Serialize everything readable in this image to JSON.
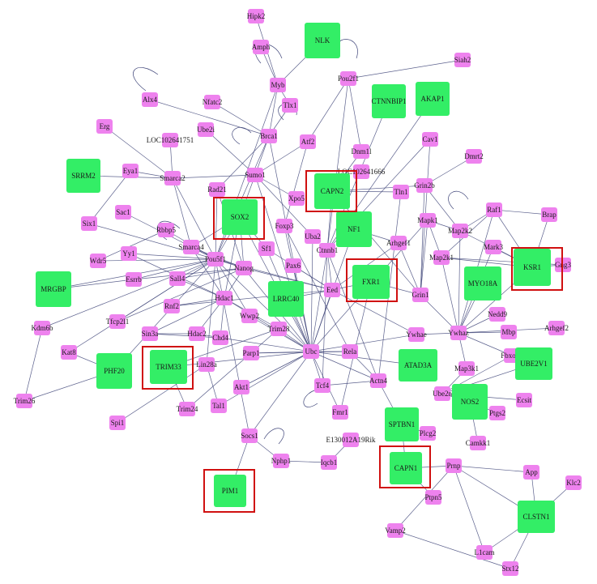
{
  "colors": {
    "pink": "#ee82ee",
    "green": "#33ee66",
    "edge": "#3f4579",
    "highlight": "#d01010"
  },
  "nodes": [
    {
      "id": "Hipk2",
      "t": "p"
    },
    {
      "id": "Amph",
      "t": "p"
    },
    {
      "id": "NLK",
      "t": "g"
    },
    {
      "id": "Myb",
      "t": "p"
    },
    {
      "id": "Siah2",
      "t": "p"
    },
    {
      "id": "Pou2f1",
      "t": "p"
    },
    {
      "id": "CTNNBIP1",
      "t": "g"
    },
    {
      "id": "AKAP1",
      "t": "g"
    },
    {
      "id": "Alx4",
      "t": "p"
    },
    {
      "id": "Nfatc2",
      "t": "p"
    },
    {
      "id": "Tlx1",
      "t": "p"
    },
    {
      "id": "Erg",
      "t": "p"
    },
    {
      "id": "LOC102641751",
      "t": "p"
    },
    {
      "id": "Ube2i",
      "t": "p"
    },
    {
      "id": "Brca1",
      "t": "p"
    },
    {
      "id": "Atf2",
      "t": "p"
    },
    {
      "id": "Dnm1l",
      "t": "p"
    },
    {
      "id": "Cav1",
      "t": "p"
    },
    {
      "id": "Dmrt2",
      "t": "p"
    },
    {
      "id": "SRRM2",
      "t": "g"
    },
    {
      "id": "Eya1",
      "t": "p"
    },
    {
      "id": "Smarca2",
      "t": "p"
    },
    {
      "id": "Sumo1",
      "t": "p"
    },
    {
      "id": "LOC102641666",
      "t": "p"
    },
    {
      "id": "Rad21",
      "t": "p"
    },
    {
      "id": "CAPN2",
      "t": "g"
    },
    {
      "id": "Xpo5",
      "t": "p"
    },
    {
      "id": "Tln1",
      "t": "p"
    },
    {
      "id": "Grin2b",
      "t": "p"
    },
    {
      "id": "Sac1",
      "t": "p"
    },
    {
      "id": "SOX2",
      "t": "g"
    },
    {
      "id": "Raf1",
      "t": "p"
    },
    {
      "id": "Brap",
      "t": "p"
    },
    {
      "id": "Six1",
      "t": "p"
    },
    {
      "id": "Rbbp5",
      "t": "p"
    },
    {
      "id": "Foxp3",
      "t": "p"
    },
    {
      "id": "Uba2",
      "t": "p"
    },
    {
      "id": "NF1",
      "t": "g"
    },
    {
      "id": "Mapk1",
      "t": "p"
    },
    {
      "id": "Map2k2",
      "t": "p"
    },
    {
      "id": "Wdr5",
      "t": "p"
    },
    {
      "id": "Yy1",
      "t": "p"
    },
    {
      "id": "Smarca4",
      "t": "p"
    },
    {
      "id": "Pou5f1",
      "t": "p"
    },
    {
      "id": "Sf1",
      "t": "p"
    },
    {
      "id": "Ctnnb1",
      "t": "p"
    },
    {
      "id": "Arhgef1",
      "t": "p"
    },
    {
      "id": "Mark3",
      "t": "p"
    },
    {
      "id": "KSR1",
      "t": "g"
    },
    {
      "id": "Gng3",
      "t": "p"
    },
    {
      "id": "Esrrb",
      "t": "p"
    },
    {
      "id": "Sall4",
      "t": "p"
    },
    {
      "id": "Nanog",
      "t": "p"
    },
    {
      "id": "Pax6",
      "t": "p"
    },
    {
      "id": "Map2k1",
      "t": "p"
    },
    {
      "id": "MRGBP",
      "t": "g"
    },
    {
      "id": "Hdac1",
      "t": "p"
    },
    {
      "id": "LRRC40",
      "t": "g"
    },
    {
      "id": "Eed",
      "t": "p"
    },
    {
      "id": "FXR1",
      "t": "g"
    },
    {
      "id": "Grin1",
      "t": "p"
    },
    {
      "id": "MYO18A",
      "t": "g"
    },
    {
      "id": "Nedd9",
      "t": "p"
    },
    {
      "id": "Rnf2",
      "t": "p"
    },
    {
      "id": "Wwp2",
      "t": "p"
    },
    {
      "id": "Kdm6b",
      "t": "p"
    },
    {
      "id": "Tfcp2l1",
      "t": "p"
    },
    {
      "id": "Trim28",
      "t": "p"
    },
    {
      "id": "Ywhae",
      "t": "p"
    },
    {
      "id": "Ywhaz",
      "t": "p"
    },
    {
      "id": "Mbp",
      "t": "p"
    },
    {
      "id": "Arhgef2",
      "t": "p"
    },
    {
      "id": "Kat8",
      "t": "p"
    },
    {
      "id": "Sin3a",
      "t": "p"
    },
    {
      "id": "Hdac2",
      "t": "p"
    },
    {
      "id": "Chd4",
      "t": "p"
    },
    {
      "id": "TRIM33",
      "t": "g"
    },
    {
      "id": "Parp1",
      "t": "p"
    },
    {
      "id": "Ubc",
      "t": "p"
    },
    {
      "id": "Rela",
      "t": "p"
    },
    {
      "id": "ATAD3A",
      "t": "g"
    },
    {
      "id": "Fbxo32",
      "t": "p"
    },
    {
      "id": "UBE2V1",
      "t": "g"
    },
    {
      "id": "PHF20",
      "t": "g"
    },
    {
      "id": "Lin28a",
      "t": "p"
    },
    {
      "id": "Map3k1",
      "t": "p"
    },
    {
      "id": "Tcf4",
      "t": "p"
    },
    {
      "id": "Actn4",
      "t": "p"
    },
    {
      "id": "Ube2n",
      "t": "p"
    },
    {
      "id": "NOS2",
      "t": "g"
    },
    {
      "id": "Trim24",
      "t": "p"
    },
    {
      "id": "Akt1",
      "t": "p"
    },
    {
      "id": "Tal1",
      "t": "p"
    },
    {
      "id": "Fmr1",
      "t": "p"
    },
    {
      "id": "Ptgs2",
      "t": "p"
    },
    {
      "id": "Ecsit",
      "t": "p"
    },
    {
      "id": "Trim26",
      "t": "p"
    },
    {
      "id": "Spi1",
      "t": "p"
    },
    {
      "id": "SPTBN1",
      "t": "g"
    },
    {
      "id": "Camkk1",
      "t": "p"
    },
    {
      "id": "Socs1",
      "t": "p"
    },
    {
      "id": "E130012A19Rik",
      "t": "p"
    },
    {
      "id": "Plcg2",
      "t": "p"
    },
    {
      "id": "Nphp1",
      "t": "p"
    },
    {
      "id": "Iqcb1",
      "t": "p"
    },
    {
      "id": "CAPN1",
      "t": "g"
    },
    {
      "id": "Prnp",
      "t": "p"
    },
    {
      "id": "App",
      "t": "p"
    },
    {
      "id": "Klc2",
      "t": "p"
    },
    {
      "id": "PIM1",
      "t": "g"
    },
    {
      "id": "Ptpn5",
      "t": "p"
    },
    {
      "id": "CLSTN1",
      "t": "g"
    },
    {
      "id": "Vamp2",
      "t": "p"
    },
    {
      "id": "L1cam",
      "t": "p"
    },
    {
      "id": "Stx12",
      "t": "p"
    }
  ],
  "edges": [
    [
      "Hipk2",
      "Myb"
    ],
    [
      "Amph",
      "Myb"
    ],
    [
      "NLK",
      "Myb"
    ],
    [
      "Myb",
      "Tlx1"
    ],
    [
      "Myb",
      "Brca1"
    ],
    [
      "Myb",
      "Pou5f1"
    ],
    [
      "Pou2f1",
      "Dnm1l"
    ],
    [
      "Pou2f1",
      "Atf2"
    ],
    [
      "Pou2f1",
      "Ctnnb1"
    ],
    [
      "CTNNBIP1",
      "Ctnnb1"
    ],
    [
      "AKAP1",
      "Ctnnb1"
    ],
    [
      "Alx4",
      "Brca1"
    ],
    [
      "Nfatc2",
      "Brca1"
    ],
    [
      "Tlx1",
      "Brca1"
    ],
    [
      "Ube2i",
      "Sumo1"
    ],
    [
      "Brca1",
      "Sumo1"
    ],
    [
      "Brca1",
      "Rad21"
    ],
    [
      "Brca1",
      "Ubc"
    ],
    [
      "Brca1",
      "Pou5f1"
    ],
    [
      "Atf2",
      "Sumo1"
    ],
    [
      "Atf2",
      "Foxp3"
    ],
    [
      "Dnm1l",
      "CAPN2"
    ],
    [
      "Cav1",
      "Ctnnb1"
    ],
    [
      "Cav1",
      "Grin1"
    ],
    [
      "Dmrt2",
      "Grin2b"
    ],
    [
      "SRRM2",
      "Smarca2"
    ],
    [
      "Eya1",
      "Smarca2"
    ],
    [
      "Smarca2",
      "Sumo1"
    ],
    [
      "Smarca2",
      "Smarca4"
    ],
    [
      "Smarca2",
      "Pou5f1"
    ],
    [
      "Sumo1",
      "SOX2"
    ],
    [
      "Sumo1",
      "Ubc"
    ],
    [
      "Sumo1",
      "Xpo5"
    ],
    [
      "Sumo1",
      "Uba2"
    ],
    [
      "Rad21",
      "Pou5f1"
    ],
    [
      "Rad21",
      "Nanog"
    ],
    [
      "CAPN2",
      "Tln1"
    ],
    [
      "CAPN2",
      "Ctnnb1"
    ],
    [
      "CAPN2",
      "Grin2b"
    ],
    [
      "CAPN2",
      "Grin1"
    ],
    [
      "Tln1",
      "Actn4"
    ],
    [
      "Grin2b",
      "Grin1"
    ],
    [
      "Grin2b",
      "Map2k2"
    ],
    [
      "Sac1",
      "Pou5f1"
    ],
    [
      "SOX2",
      "Pou5f1"
    ],
    [
      "SOX2",
      "Nanog"
    ],
    [
      "SOX2",
      "Sf1"
    ],
    [
      "SOX2",
      "Smarca4"
    ],
    [
      "SOX2",
      "Hdac1"
    ],
    [
      "SOX2",
      "Ubc"
    ],
    [
      "Raf1",
      "Map2k1"
    ],
    [
      "Raf1",
      "Map2k2"
    ],
    [
      "Raf1",
      "Brap"
    ],
    [
      "Raf1",
      "KSR1"
    ],
    [
      "Raf1",
      "Ywhaz"
    ],
    [
      "Brap",
      "KSR1"
    ],
    [
      "Six1",
      "Eya1"
    ],
    [
      "Six1",
      "Pou5f1"
    ],
    [
      "Rbbp5",
      "Wdr5"
    ],
    [
      "Rbbp5",
      "Pou5f1"
    ],
    [
      "Foxp3",
      "Ubc"
    ],
    [
      "Foxp3",
      "Rela"
    ],
    [
      "Uba2",
      "Ubc"
    ],
    [
      "NF1",
      "Ubc"
    ],
    [
      "NF1",
      "Arhgef1"
    ],
    [
      "Mapk1",
      "Map2k1"
    ],
    [
      "Mapk1",
      "Map2k2"
    ],
    [
      "Mapk1",
      "Grin1"
    ],
    [
      "Mapk1",
      "Ubc"
    ],
    [
      "Map2k2",
      "KSR1"
    ],
    [
      "Map2k2",
      "Ywhaz"
    ],
    [
      "Wdr5",
      "Pou5f1"
    ],
    [
      "Yy1",
      "Pou5f1"
    ],
    [
      "Yy1",
      "Hdac1"
    ],
    [
      "Smarca4",
      "Pou5f1"
    ],
    [
      "Smarca4",
      "Nanog"
    ],
    [
      "Smarca4",
      "Hdac1"
    ],
    [
      "Pou5f1",
      "Nanog"
    ],
    [
      "Pou5f1",
      "Sall4"
    ],
    [
      "Pou5f1",
      "Esrrb"
    ],
    [
      "Pou5f1",
      "Ubc"
    ],
    [
      "Pou5f1",
      "Eed"
    ],
    [
      "Sf1",
      "Ubc"
    ],
    [
      "Sf1",
      "Eed"
    ],
    [
      "Ctnnb1",
      "Ubc"
    ],
    [
      "Ctnnb1",
      "Eed"
    ],
    [
      "Ctnnb1",
      "Tcf4"
    ],
    [
      "Ctnnb1",
      "Actn4"
    ],
    [
      "Arhgef1",
      "Eed"
    ],
    [
      "Arhgef1",
      "Grin1"
    ],
    [
      "Mark3",
      "KSR1"
    ],
    [
      "Mark3",
      "Ywhaz"
    ],
    [
      "KSR1",
      "Gng3"
    ],
    [
      "KSR1",
      "Map2k1"
    ],
    [
      "KSR1",
      "Ywhaz"
    ],
    [
      "Esrrb",
      "Nanog"
    ],
    [
      "Sall4",
      "Nanog"
    ],
    [
      "Sall4",
      "Hdac1"
    ],
    [
      "Nanog",
      "Hdac1"
    ],
    [
      "Nanog",
      "Eed"
    ],
    [
      "Nanog",
      "Ubc"
    ],
    [
      "Pax6",
      "Ubc"
    ],
    [
      "Pax6",
      "Eed"
    ],
    [
      "Map2k1",
      "Ywhaz"
    ],
    [
      "MRGBP",
      "Pou5f1"
    ],
    [
      "MRGBP",
      "Esrrb"
    ],
    [
      "Hdac1",
      "Hdac2"
    ],
    [
      "Hdac1",
      "Chd4"
    ],
    [
      "Hdac1",
      "Sin3a"
    ],
    [
      "Hdac1",
      "Ubc"
    ],
    [
      "Hdac1",
      "Rnf2"
    ],
    [
      "LRRC40",
      "Eed"
    ],
    [
      "LRRC40",
      "Ubc"
    ],
    [
      "Eed",
      "FXR1"
    ],
    [
      "Eed",
      "Ubc"
    ],
    [
      "Eed",
      "Ywhae"
    ],
    [
      "FXR1",
      "Grin1"
    ],
    [
      "Grin1",
      "Ywhaz"
    ],
    [
      "MYO18A",
      "Ywhaz"
    ],
    [
      "Nedd9",
      "Ywhaz"
    ],
    [
      "Rnf2",
      "Eed"
    ],
    [
      "Wwp2",
      "Ubc"
    ],
    [
      "Wwp2",
      "Pou5f1"
    ],
    [
      "Kdm6b",
      "Pou5f1"
    ],
    [
      "Kdm6b",
      "Trim26"
    ],
    [
      "Tfcp2l1",
      "Pou5f1"
    ],
    [
      "Tfcp2l1",
      "Nanog"
    ],
    [
      "Trim28",
      "Ubc"
    ],
    [
      "Trim28",
      "Hdac1"
    ],
    [
      "Ywhae",
      "Ywhaz"
    ],
    [
      "Ywhae",
      "Ubc"
    ],
    [
      "Ywhaz",
      "Mbp"
    ],
    [
      "Ywhaz",
      "Arhgef2"
    ],
    [
      "Ywhaz",
      "Fbxo32"
    ],
    [
      "Kat8",
      "Pou5f1"
    ],
    [
      "Sin3a",
      "Hdac2"
    ],
    [
      "Sin3a",
      "Chd4"
    ],
    [
      "Hdac2",
      "Chd4"
    ],
    [
      "Chd4",
      "Ubc"
    ],
    [
      "TRIM33",
      "Trim24"
    ],
    [
      "TRIM33",
      "Trim28"
    ],
    [
      "TRIM33",
      "Ubc"
    ],
    [
      "Parp1",
      "Ubc"
    ],
    [
      "Parp1",
      "Rela"
    ],
    [
      "Ubc",
      "Rela"
    ],
    [
      "Ubc",
      "Tcf4"
    ],
    [
      "Ubc",
      "Actn4"
    ],
    [
      "Ubc",
      "Akt1"
    ],
    [
      "Ubc",
      "Tal1"
    ],
    [
      "Rela",
      "Actn4"
    ],
    [
      "ATAD3A",
      "Ubc"
    ],
    [
      "Fbxo32",
      "Ube2n"
    ],
    [
      "UBE2V1",
      "Ube2n"
    ],
    [
      "PHF20",
      "Pou5f1"
    ],
    [
      "PHF20",
      "Kat8"
    ],
    [
      "PHF20",
      "Trim26"
    ],
    [
      "Lin28a",
      "Pou5f1"
    ],
    [
      "Map3k1",
      "Ywhaz"
    ],
    [
      "Map3k1",
      "Ube2n"
    ],
    [
      "Tcf4",
      "Actn4"
    ],
    [
      "Actn4",
      "SPTBN1"
    ],
    [
      "Ube2n",
      "NOS2"
    ],
    [
      "NOS2",
      "Ptgs2"
    ],
    [
      "Trim24",
      "Trim28"
    ],
    [
      "Akt1",
      "Ubc"
    ],
    [
      "Fmr1",
      "FXR1"
    ],
    [
      "Fmr1",
      "Ubc"
    ],
    [
      "Ecsit",
      "Ube2n"
    ],
    [
      "Spi1",
      "Lin28a"
    ],
    [
      "SPTBN1",
      "CAPN1"
    ],
    [
      "SPTBN1",
      "Plcg2"
    ],
    [
      "Camkk1",
      "NOS2"
    ],
    [
      "Socs1",
      "Nphp1"
    ],
    [
      "Socs1",
      "Ubc"
    ],
    [
      "Socs1",
      "Pou5f1"
    ],
    [
      "E130012A19Rik",
      "Iqcb1"
    ],
    [
      "Nphp1",
      "Iqcb1"
    ],
    [
      "CAPN1",
      "Ptpn5"
    ],
    [
      "CAPN1",
      "Prnp"
    ],
    [
      "Prnp",
      "App"
    ],
    [
      "Prnp",
      "Vamp2"
    ],
    [
      "Prnp",
      "L1cam"
    ],
    [
      "Prnp",
      "CLSTN1"
    ],
    [
      "App",
      "CLSTN1"
    ],
    [
      "Klc2",
      "CLSTN1"
    ],
    [
      "CLSTN1",
      "L1cam"
    ],
    [
      "CLSTN1",
      "Stx12"
    ],
    [
      "PIM1",
      "Socs1"
    ],
    [
      "Vamp2",
      "Stx12"
    ],
    [
      "Tal1",
      "Lin28a"
    ],
    [
      "Erg",
      "Smarca2"
    ],
    [
      "Gng3",
      "Map2k1"
    ],
    [
      "Siah2",
      "Pou2f1"
    ],
    [
      "LOC102641751",
      "Smarca2"
    ]
  ]
}
